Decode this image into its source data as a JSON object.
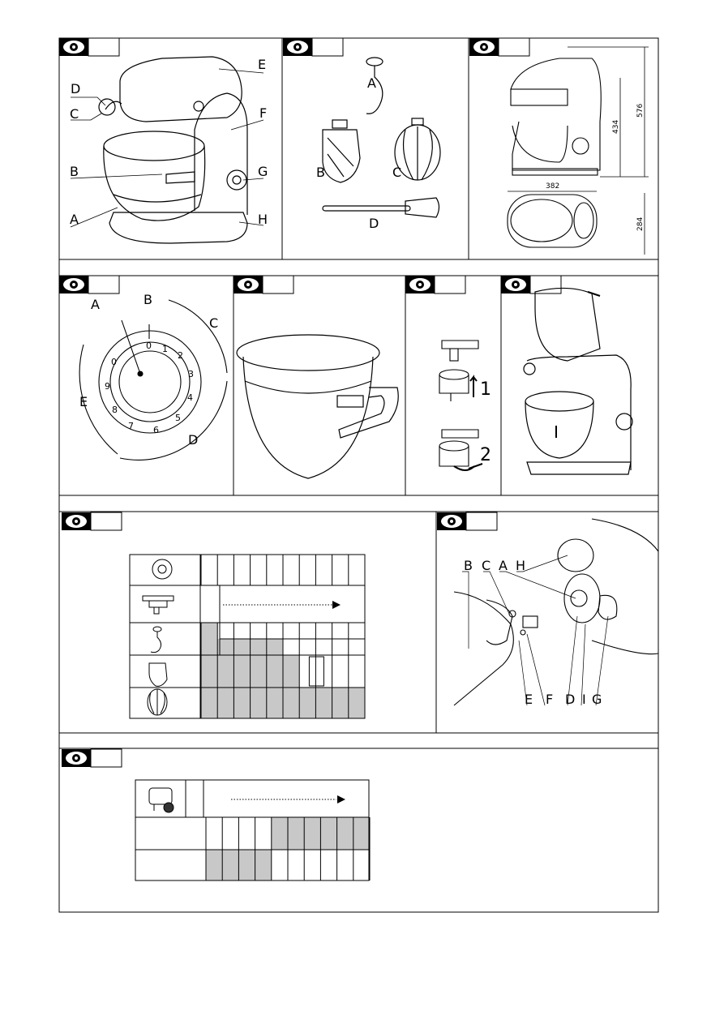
{
  "fig1": {
    "labels": [
      "A",
      "B",
      "C",
      "D",
      "E",
      "F",
      "G",
      "H"
    ]
  },
  "fig2": {
    "labels": [
      "A",
      "B",
      "C",
      "D"
    ]
  },
  "fig3": {
    "dims": [
      "576",
      "434",
      "382",
      "284"
    ]
  },
  "fig4": {
    "labels": [
      "A",
      "B",
      "C",
      "D",
      "E"
    ],
    "dial_numbers": [
      "0",
      "1",
      "2",
      "3",
      "4",
      "5",
      "6",
      "7",
      "8",
      "9",
      "0"
    ]
  },
  "fig6": {
    "steps": [
      "1",
      "2"
    ]
  },
  "fig8": {
    "labels_top": [
      "B",
      "C",
      "A",
      "H"
    ],
    "labels_bottom": [
      "E",
      "F",
      "D",
      "I",
      "G"
    ]
  },
  "speed_table": {
    "cols": 10,
    "rows": [
      {
        "name": "dial-icon",
        "fill": []
      },
      {
        "name": "attachment-arrow",
        "fill": []
      },
      {
        "name": "dough-hook-a",
        "fill": [
          1,
          0,
          0,
          0,
          0,
          0,
          0,
          0,
          0,
          0
        ]
      },
      {
        "name": "dough-hook-b",
        "fill": [
          1,
          1,
          1,
          1,
          1,
          0,
          0,
          0,
          0,
          0
        ]
      },
      {
        "name": "beater",
        "fill": [
          1,
          1,
          1,
          1,
          1,
          1,
          0,
          0,
          0,
          0
        ]
      },
      {
        "name": "whisk",
        "fill": [
          1,
          1,
          1,
          1,
          1,
          1,
          1,
          1,
          1,
          1
        ]
      }
    ]
  },
  "speed_table_2": {
    "cols": 10,
    "row1": [
      0,
      0,
      0,
      0,
      1,
      1,
      1,
      1,
      1,
      1
    ],
    "row2": [
      1,
      1,
      1,
      1,
      0,
      0,
      0,
      0,
      0,
      0
    ]
  },
  "colors": {
    "shade": "#c8c8c8",
    "line": "#000000"
  }
}
